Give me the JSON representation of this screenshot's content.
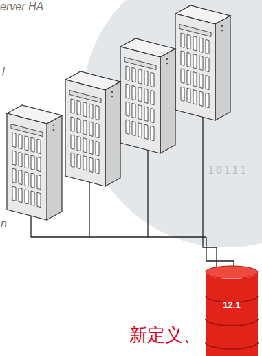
{
  "diagram": {
    "nodes": [
      {
        "text": [
          "12.1"
        ]
      }
    ],
    "labels": [
      "erver HA",
      "l",
      "n",
      "10111",
      "新定义、"
    ]
  }
}
